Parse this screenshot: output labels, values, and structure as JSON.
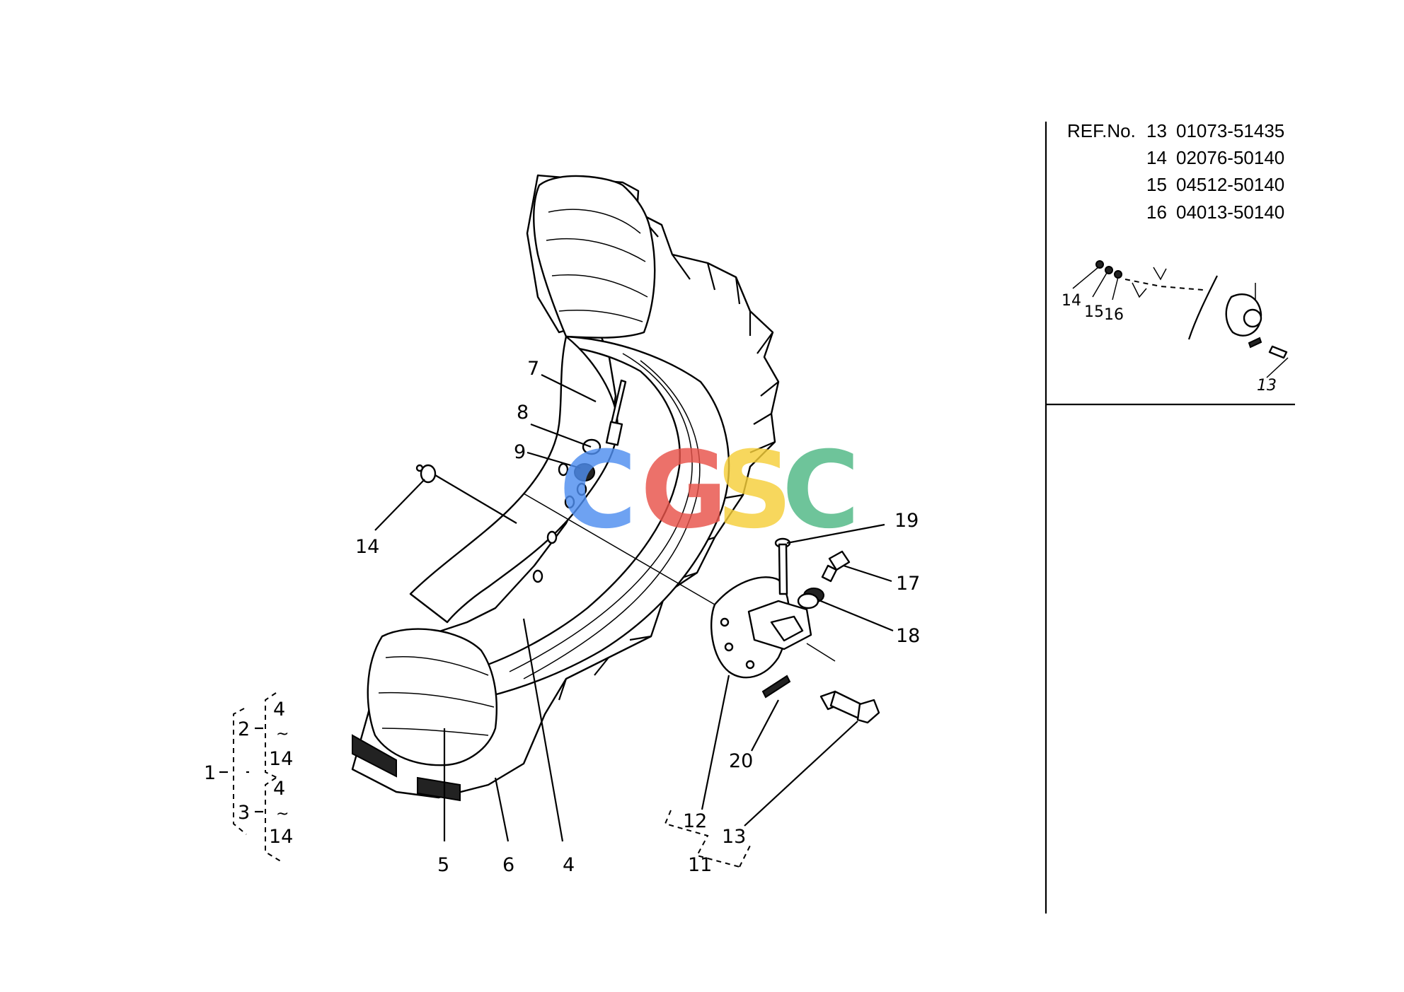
{
  "diagram": {
    "callouts": {
      "c1": "1",
      "c2": "2",
      "c3": "3",
      "c4": "4",
      "c5": "5",
      "c6": "6",
      "c7": "7",
      "c8": "8",
      "c9": "9",
      "c11": "11",
      "c12": "12",
      "c13": "13",
      "c14": "14",
      "c17": "17",
      "c18": "18",
      "c19": "19",
      "c20": "20"
    },
    "bracket": {
      "upper_top": "4",
      "upper_tilde": "~",
      "upper_bottom": "14",
      "lower_top": "4",
      "lower_tilde": "~",
      "lower_bottom": "14"
    }
  },
  "ref_panel": {
    "label": "REF.No.",
    "rows": [
      {
        "ref": "13",
        "part": "01073-51435"
      },
      {
        "ref": "14",
        "part": "02076-50140"
      },
      {
        "ref": "15",
        "part": "04512-50140"
      },
      {
        "ref": "16",
        "part": "04013-50140"
      }
    ],
    "inset_callouts": {
      "c14": "14",
      "c15": "15",
      "c16": "16",
      "c13": "13"
    }
  },
  "watermark": {
    "letters": [
      "C",
      "G",
      "S",
      "C"
    ],
    "colors": [
      "#4f8ef0",
      "#e8534a",
      "#f6cf3a",
      "#4fb884"
    ]
  }
}
